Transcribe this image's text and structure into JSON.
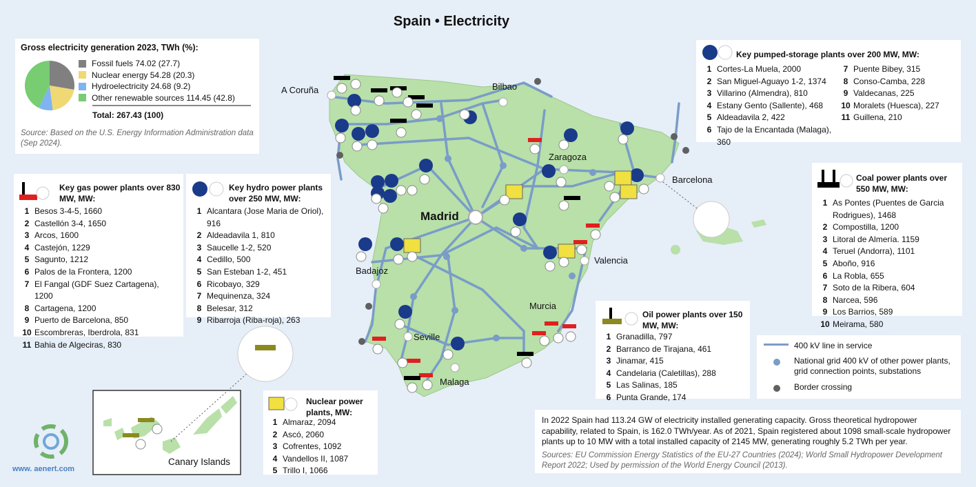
{
  "title": "Spain • Electricity",
  "generation": {
    "heading": "Gross electricity generation 2023, TWh (%):",
    "items": [
      {
        "label": "Fossil fuels 74.02 (27.7)",
        "value": 74.02,
        "percent": 27.7,
        "color": "#808080"
      },
      {
        "label": "Nuclear energy 54.28 (20.3)",
        "value": 54.28,
        "percent": 20.3,
        "color": "#f0d874"
      },
      {
        "label": "Hydroelectricity 24.68 (9.2)",
        "value": 24.68,
        "percent": 9.2,
        "color": "#7fb4f0"
      },
      {
        "label": "Other renewable sources 114.45 (42.8)",
        "value": 114.45,
        "percent": 42.8,
        "color": "#78cc72"
      }
    ],
    "total": "Total: 267.43 (100)",
    "source": "Source: Based on the U.S. Energy Information Administration data (Sep 2024)."
  },
  "pumped": {
    "heading": "Key pumped-storage plants over 200 MW, MW:",
    "col1": [
      {
        "n": "1",
        "t": "Cortes-La Muela, 2000"
      },
      {
        "n": "2",
        "t": "San Miguel-Aguayo 1-2, 1374"
      },
      {
        "n": "3",
        "t": "Villarino (Almendra), 810"
      },
      {
        "n": "4",
        "t": "Estany Gento (Sallente), 468"
      },
      {
        "n": "5",
        "t": "Aldeadavila 2, 422"
      },
      {
        "n": "6",
        "t": "Tajo de la Encantada (Malaga), 360"
      }
    ],
    "col2": [
      {
        "n": "7",
        "t": "Puente Bibey, 315"
      },
      {
        "n": "8",
        "t": "Conso-Camba, 228"
      },
      {
        "n": "9",
        "t": "Valdecanas, 225"
      },
      {
        "n": "10",
        "t": "Moralets (Huesca), 227"
      },
      {
        "n": "11",
        "t": "Guillena, 210"
      }
    ]
  },
  "gas": {
    "heading": "Key gas power plants over 830 MW, MW:",
    "items": [
      {
        "n": "1",
        "t": "Besos 3-4-5, 1660"
      },
      {
        "n": "2",
        "t": "Castellón 3-4, 1650"
      },
      {
        "n": "3",
        "t": "Arcos, 1600"
      },
      {
        "n": "4",
        "t": "Castejón, 1229"
      },
      {
        "n": "5",
        "t": "Sagunto, 1212"
      },
      {
        "n": "6",
        "t": "Palos de la Frontera, 1200"
      },
      {
        "n": "7",
        "t": "El Fangal (GDF Suez Cartagena), 1200"
      },
      {
        "n": "8",
        "t": "Cartagena, 1200"
      },
      {
        "n": "9",
        "t": "Puerto de Barcelona, 850"
      },
      {
        "n": "10",
        "t": "Escombreras, Iberdrola, 831"
      },
      {
        "n": "11",
        "t": "Bahia de Algeciras, 830"
      }
    ]
  },
  "hydro": {
    "heading": "Key hydro power plants over 250 MW, MW:",
    "items": [
      {
        "n": "1",
        "t": "Alcantara (Jose Maria de Oriol), 916"
      },
      {
        "n": "2",
        "t": "Aldeadavila 1, 810"
      },
      {
        "n": "3",
        "t": "Saucelle 1-2, 520"
      },
      {
        "n": "4",
        "t": "Cedillo, 500"
      },
      {
        "n": "5",
        "t": "San Esteban 1-2, 451"
      },
      {
        "n": "6",
        "t": "Ricobayo, 329"
      },
      {
        "n": "7",
        "t": "Mequinenza, 324"
      },
      {
        "n": "8",
        "t": "Belesar, 312"
      },
      {
        "n": "9",
        "t": "Ribarroja (Riba-roja), 263"
      }
    ]
  },
  "coal": {
    "heading": "Coal power plants over 550 MW, MW:",
    "items": [
      {
        "n": "1",
        "t": "As Pontes (Puentes de Garcia Rodrigues), 1468"
      },
      {
        "n": "2",
        "t": "Compostilla, 1200"
      },
      {
        "n": "3",
        "t": "Litoral de Almería. 1159"
      },
      {
        "n": "4",
        "t": "Teruel (Andorra), 1101"
      },
      {
        "n": "5",
        "t": "Aboño, 916"
      },
      {
        "n": "6",
        "t": "La Robla, 655"
      },
      {
        "n": "7",
        "t": "Soto de la Ribera, 604"
      },
      {
        "n": "8",
        "t": "Narcea, 596"
      },
      {
        "n": "9",
        "t": "Los Barrios, 589"
      },
      {
        "n": "10",
        "t": "Meirama, 580"
      }
    ]
  },
  "oil": {
    "heading": "Oil power plants over 150 MW, MW:",
    "items": [
      {
        "n": "1",
        "t": "Granadilla, 797"
      },
      {
        "n": "2",
        "t": "Barranco de Tirajana, 461"
      },
      {
        "n": "3",
        "t": "Jinamar, 415"
      },
      {
        "n": "4",
        "t": "Candelaria (Caletillas), 288"
      },
      {
        "n": "5",
        "t": "Las Salinas, 185"
      },
      {
        "n": "6",
        "t": "Punta Grande, 174"
      }
    ]
  },
  "nuclear": {
    "heading": "Nuclear power plants, MW:",
    "items": [
      {
        "n": "1",
        "t": "Almaraz, 2094"
      },
      {
        "n": "2",
        "t": "Ascó, 2060"
      },
      {
        "n": "3",
        "t": "Cofrentes, 1092"
      },
      {
        "n": "4",
        "t": "Vandellos II, 1087"
      },
      {
        "n": "5",
        "t": "Trillo I, 1066"
      }
    ]
  },
  "legend": {
    "line": "400 kV line in service",
    "grid": "National grid 400 kV of other power plants, grid connection points, substations",
    "border": "Border crossing",
    "line_color": "#7a9cc8",
    "grid_color": "#7a9cc8",
    "border_color": "#606060"
  },
  "info": {
    "text": "In 2022 Spain had 113.24 GW of electricity installed generating capacity. Gross theoretical hydropower capability, related to Spain, is 162.0 TWh/year. As of 2021, Spain registered about 1098 small-scale hydropower plants up to 10 MW with a total installed capacity of 2145 MW, generating roughly 5.2 TWh per year.",
    "sources": "Sources: EU Commission Energy Statistics of the EU-27 Countries (2024); World Small Hydropower Development Report 2022; Used by permission of the World Energy Council (2013)."
  },
  "cities": {
    "madrid": "Madrid",
    "coruna": "A Coruña",
    "bilbao": "Bilbao",
    "zaragoza": "Zaragoza",
    "barcelona": "Barcelona",
    "valencia": "Valencia",
    "badajoz": "Badajoz",
    "murcia": "Murcia",
    "seville": "Seville",
    "malaga": "Malaga"
  },
  "inset_label": "Canary Islands",
  "logo_text": "www. aenert.com",
  "colors": {
    "land": "#b8e0a8",
    "sea": "#e6eef8",
    "gas": "#e02020",
    "hydro": "#1a3a8a",
    "nuclear": "#f0e040",
    "oil": "#8a8a20"
  }
}
